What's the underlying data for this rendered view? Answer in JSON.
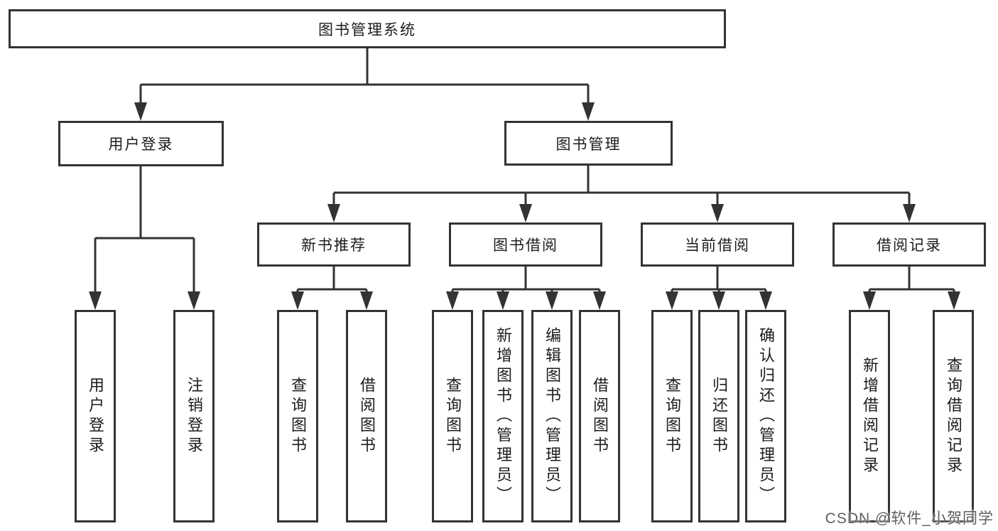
{
  "tree": {
    "root": {
      "label": "图书管理系统"
    },
    "branches": [
      {
        "label": "用户登录",
        "children": [
          {
            "label": "用户登录"
          },
          {
            "label": "注销登录"
          }
        ]
      },
      {
        "label": "图书管理",
        "children": [
          {
            "label": "新书推荐",
            "children": [
              {
                "label": "查询图书"
              },
              {
                "label": "借阅图书"
              }
            ]
          },
          {
            "label": "图书借阅",
            "children": [
              {
                "label": "查询图书"
              },
              {
                "label": "新增图书（管理员）"
              },
              {
                "label": "编辑图书（管理员）"
              },
              {
                "label": "借阅图书"
              }
            ]
          },
          {
            "label": "当前借阅",
            "children": [
              {
                "label": "查询图书"
              },
              {
                "label": "归还图书"
              },
              {
                "label": "确认归还（管理员）"
              }
            ]
          },
          {
            "label": "借阅记录",
            "children": [
              {
                "label": "新增借阅记录"
              },
              {
                "label": "查询借阅记录"
              }
            ]
          }
        ]
      }
    ]
  },
  "colors": {
    "line": "#333333",
    "box_border": "#333333",
    "box_fill": "#ffffff",
    "text": "#1c1c1c",
    "watermark": "#5e5e5e"
  },
  "watermark": {
    "text": "CSDN @软件_小贺同学"
  }
}
